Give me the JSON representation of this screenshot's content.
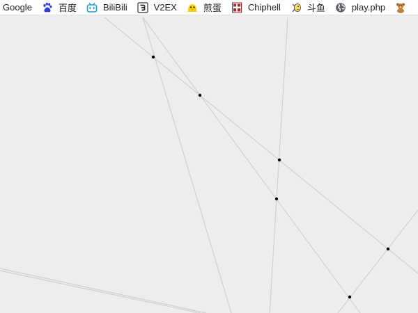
{
  "bookmarks": {
    "items": [
      {
        "label": "Google",
        "icon": "none"
      },
      {
        "label": "百度",
        "icon": "baidu-paw-icon"
      },
      {
        "label": "BiliBili",
        "icon": "bilibili-tv-icon"
      },
      {
        "label": "V2EX",
        "icon": "v2ex-icon"
      },
      {
        "label": "煎蛋",
        "icon": "jandan-chick-icon"
      },
      {
        "label": "Chiphell",
        "icon": "chiphell-icon"
      },
      {
        "label": "斗鱼",
        "icon": "douyu-fish-icon"
      },
      {
        "label": "play.php",
        "icon": "globe-icon"
      },
      {
        "label": "",
        "icon": "teddy-bear-icon"
      }
    ]
  },
  "colors": {
    "canvas_background": "#ededed",
    "line_color": "#cfcfcf",
    "vertex_color": "#000000"
  }
}
